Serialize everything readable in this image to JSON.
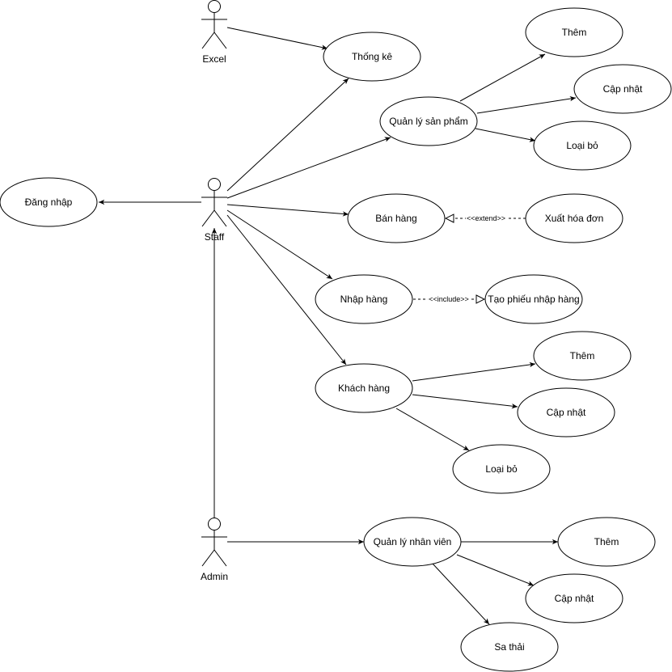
{
  "actors": {
    "excel": "Excel",
    "staff": "Staff",
    "admin": "Admin"
  },
  "use_cases": {
    "thong_ke": "Thống kê",
    "dang_nhap": "Đăng nhập",
    "quan_ly_san_pham": "Quản lý sản phẩm",
    "sp_them": "Thêm",
    "sp_cap_nhat": "Cập nhật",
    "sp_loai_bo": "Loại bỏ",
    "ban_hang": "Bán hàng",
    "xuat_hoa_don": "Xuất hóa đơn",
    "nhap_hang": "Nhập hàng",
    "tao_phieu": "Tạo phiếu nhập hàng",
    "khach_hang": "Khách hàng",
    "kh_them": "Thêm",
    "kh_cap_nhat": "Cập nhật",
    "kh_loai_bo": "Loại bỏ",
    "quan_ly_nhan_vien": "Quản lý nhân viên",
    "nv_them": "Thêm",
    "nv_cap_nhat": "Cập nhật",
    "nv_sa_thai": "Sa thải"
  },
  "relations": {
    "extend": "<<extend>>",
    "include": "<<include>>"
  }
}
